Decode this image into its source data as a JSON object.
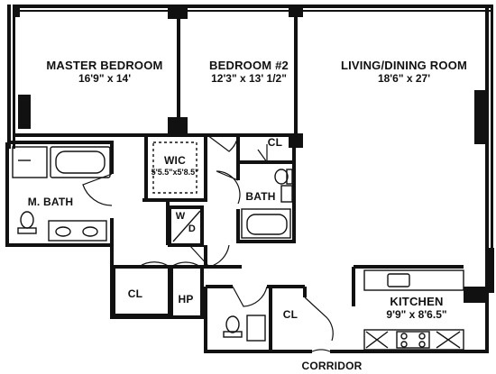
{
  "rooms": {
    "master_bedroom": {
      "name": "MASTER BEDROOM",
      "dim": "16'9\" x 14'"
    },
    "bedroom2": {
      "name": "BEDROOM #2",
      "dim": "12'3\" x 13' 1/2\""
    },
    "living": {
      "name": "LIVING/DINING ROOM",
      "dim": "18'6\" x 27'"
    },
    "wic": {
      "name": "WIC",
      "dim": "5'5.5\"x5'8.5\""
    },
    "master_bath": {
      "name": "M. BATH"
    },
    "bath": {
      "name": "BATH"
    },
    "cl_top": {
      "name": "CL"
    },
    "cl_left": {
      "name": "CL"
    },
    "cl_right": {
      "name": "CL"
    },
    "hp": {
      "name": "HP"
    },
    "kitchen": {
      "name": "KITCHEN",
      "dim": "9'9\" x 8'6.5\""
    },
    "corridor": {
      "name": "CORRIDOR"
    },
    "washer_dryer_w": "W",
    "washer_dryer_d": "D"
  }
}
